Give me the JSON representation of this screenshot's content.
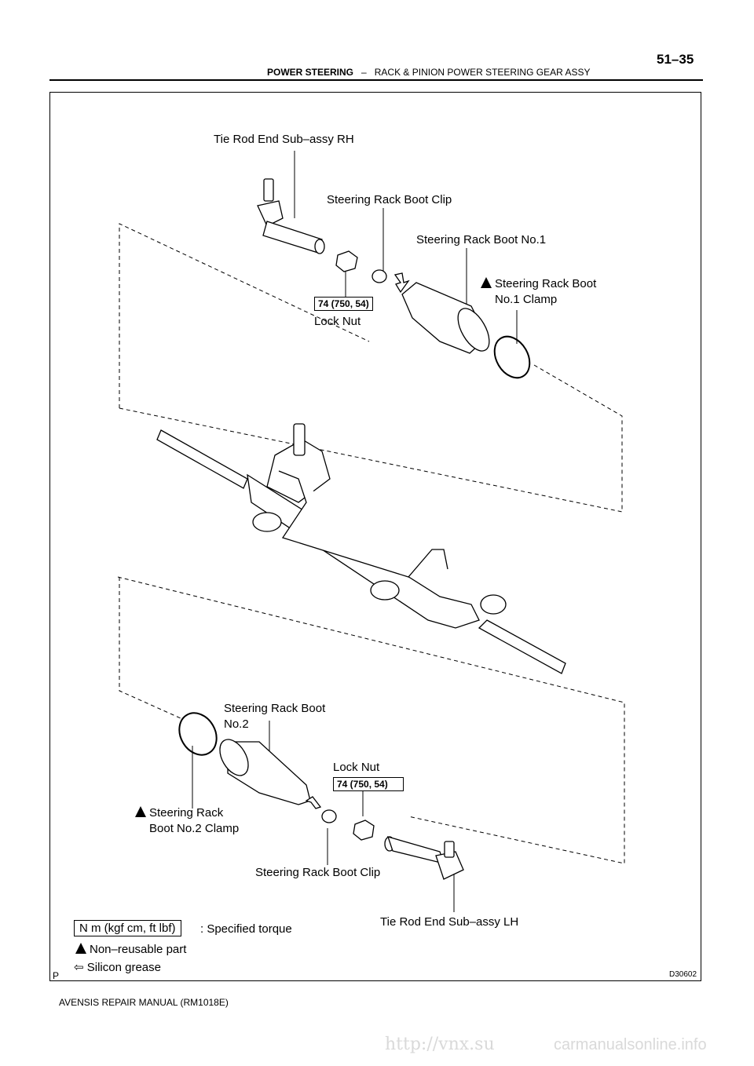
{
  "page_number": "51–35",
  "header": {
    "section": "POWER STEERING",
    "separator": "–",
    "subsection": "RACK & PINION POWER STEERING GEAR ASSY"
  },
  "labels": {
    "tie_rod_end_rh": "Tie Rod End Sub–assy RH",
    "boot_clip_upper": "Steering Rack Boot Clip",
    "boot_no1": "Steering Rack Boot No.1",
    "boot_no1_clamp_line1": "Steering Rack Boot",
    "boot_no1_clamp_line2": "No.1 Clamp",
    "lock_nut_upper": "Lock Nut",
    "torque_upper": "74 (750, 54)",
    "boot_no2_line1": "Steering Rack Boot",
    "boot_no2_line2": "No.2",
    "lock_nut_lower": "Lock Nut",
    "torque_lower": "74 (750, 54)",
    "boot_no2_clamp_line1": "Steering Rack",
    "boot_no2_clamp_line2": "Boot No.2 Clamp",
    "boot_clip_lower": "Steering Rack Boot Clip",
    "tie_rod_end_lh": "Tie Rod End Sub–assy LH"
  },
  "legend": {
    "torque_unit": "N m (kgf cm, ft lbf)",
    "torque_desc": ": Specified torque",
    "non_reusable": "Non–reusable part",
    "silicon": "Silicon grease"
  },
  "figure_code": "D30602",
  "corner_mark": "P",
  "footer": "AVENSIS REPAIR MANUAL   (RM1018E)",
  "watermark": "http://vnx.su",
  "watermark2": "carmanualsonline.info"
}
